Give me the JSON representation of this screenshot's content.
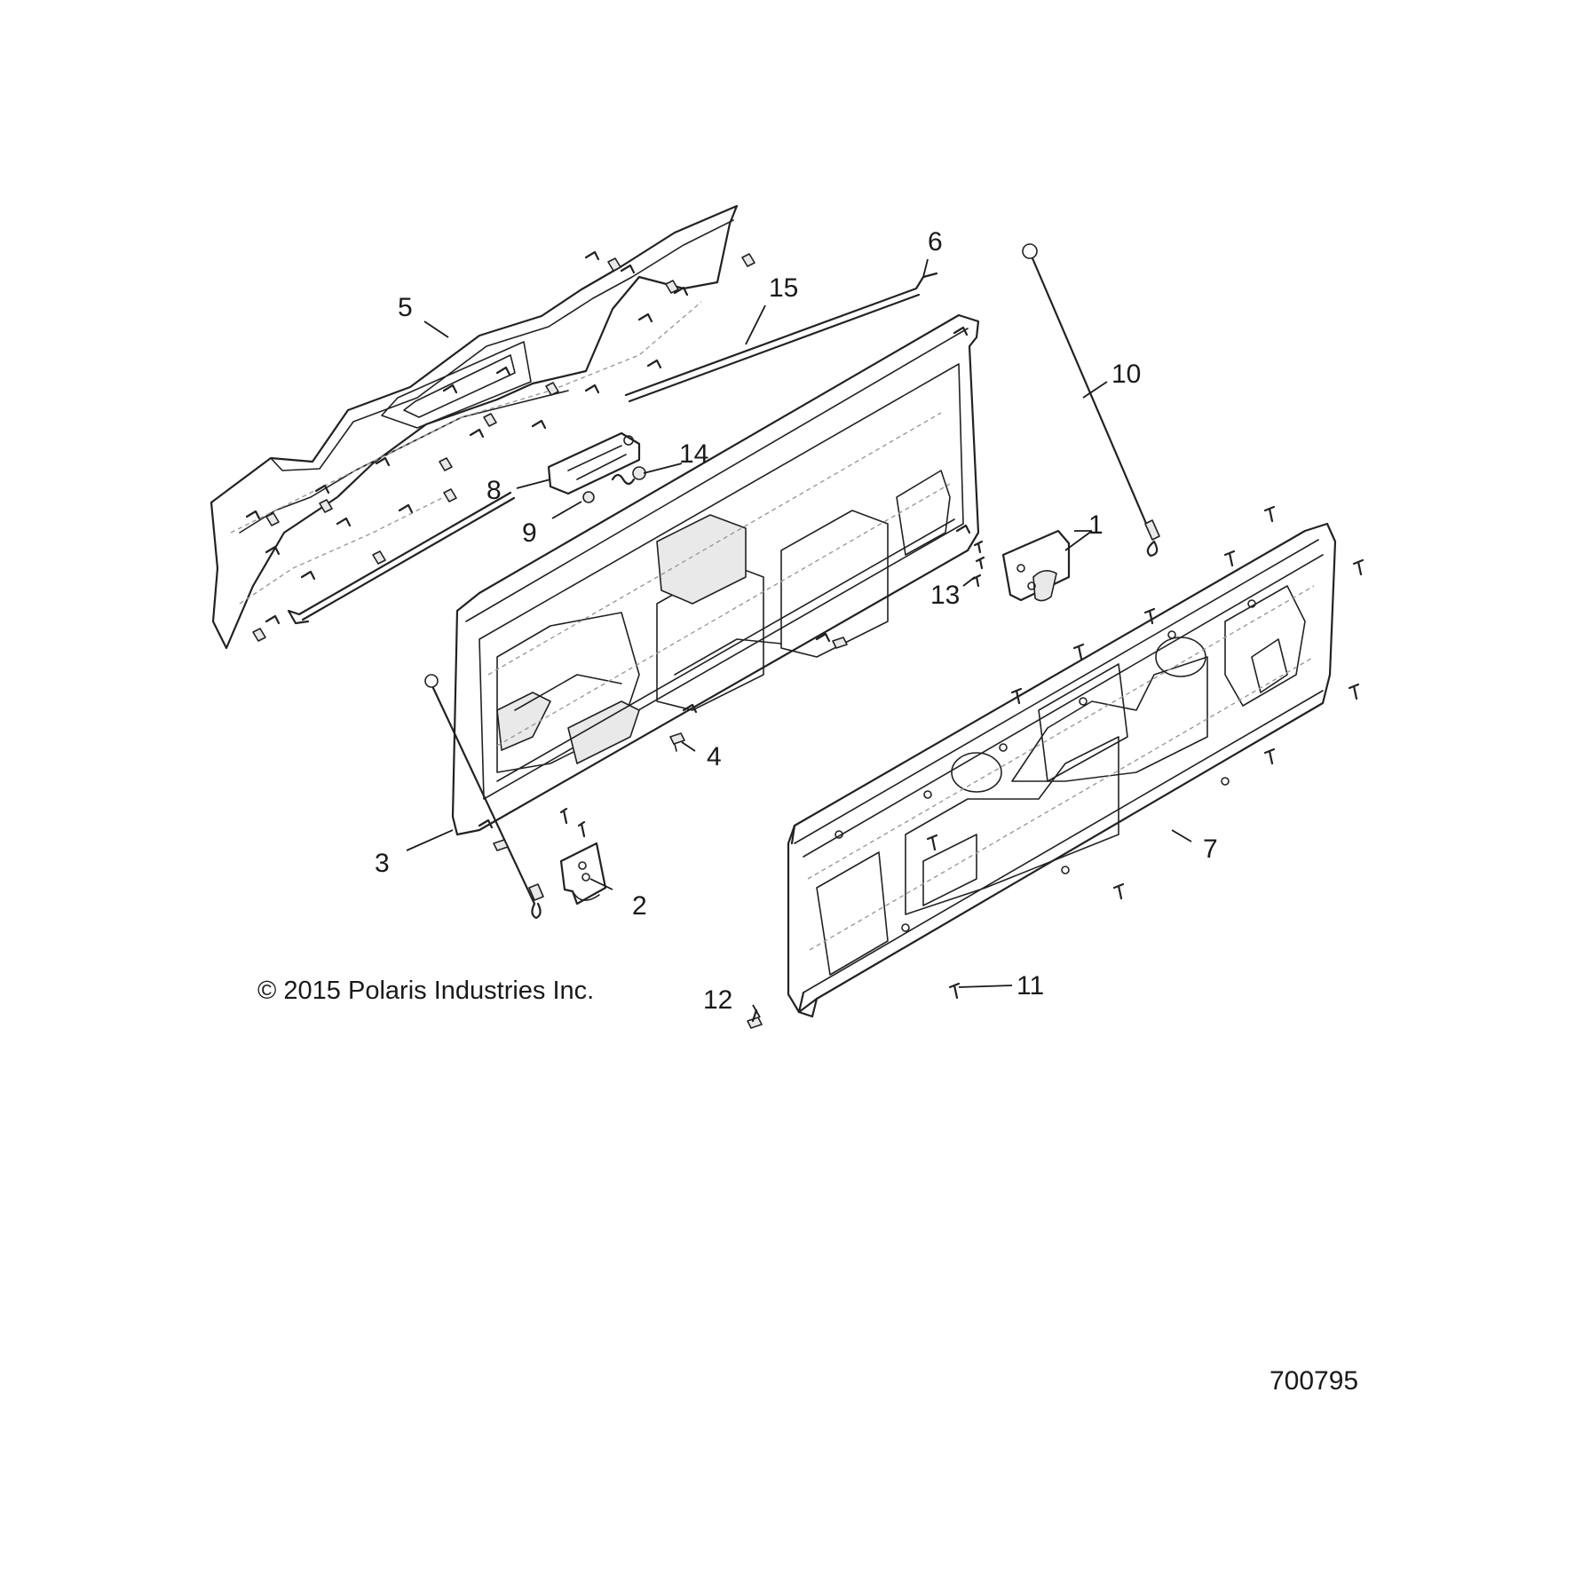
{
  "callouts": [
    {
      "id": "1",
      "text": "1"
    },
    {
      "id": "2",
      "text": "2"
    },
    {
      "id": "3",
      "text": "3"
    },
    {
      "id": "4",
      "text": "4"
    },
    {
      "id": "5",
      "text": "5"
    },
    {
      "id": "6",
      "text": "6"
    },
    {
      "id": "7",
      "text": "7"
    },
    {
      "id": "8",
      "text": "8"
    },
    {
      "id": "9",
      "text": "9"
    },
    {
      "id": "10",
      "text": "10"
    },
    {
      "id": "11",
      "text": "11"
    },
    {
      "id": "12",
      "text": "12"
    },
    {
      "id": "13",
      "text": "13"
    },
    {
      "id": "14",
      "text": "14"
    },
    {
      "id": "15",
      "text": "15"
    }
  ],
  "copyright": "© 2015 Polaris Industries Inc.",
  "figure_number": "700795"
}
